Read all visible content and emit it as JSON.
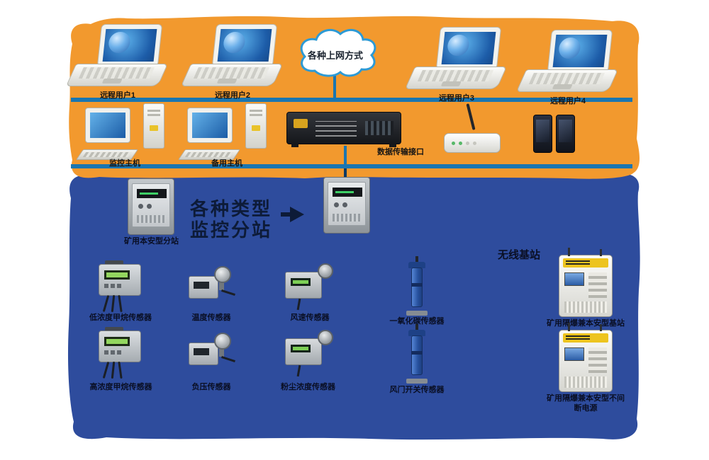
{
  "cloud": {
    "label": "各种上网方式"
  },
  "remote_users": [
    {
      "label": "远程用户1"
    },
    {
      "label": "远程用户2"
    },
    {
      "label": "远程用户3"
    },
    {
      "label": "远程用户4"
    }
  ],
  "surface": {
    "host_main": "监控主机",
    "host_backup": "备用主机",
    "transmission_interface": "数据传输接口"
  },
  "underground": {
    "substation_label": "矿用本安型分站",
    "center_title": "各种类型监控分站",
    "sensors_row1": [
      {
        "label": "低浓度甲烷传感器"
      },
      {
        "label": "温度传感器"
      },
      {
        "label": "风速传感器"
      },
      {
        "label": "一氧化碳传感器"
      }
    ],
    "sensors_row2": [
      {
        "label": "高浓度甲烷传感器"
      },
      {
        "label": "负压传感器"
      },
      {
        "label": "粉尘浓度传感器"
      },
      {
        "label": "风门开关传感器"
      }
    ],
    "wireless_title": "无线基站",
    "wireless_device1_label": "矿用隔爆兼本安型基站",
    "wireless_device2_label": "矿用隔爆兼本安型不间断电源"
  },
  "colors": {
    "orange_region": "#F2992E",
    "blue_region": "#2E4C9D",
    "bus_line": "#1B76B0",
    "cloud_stroke": "#2D9AD5"
  }
}
